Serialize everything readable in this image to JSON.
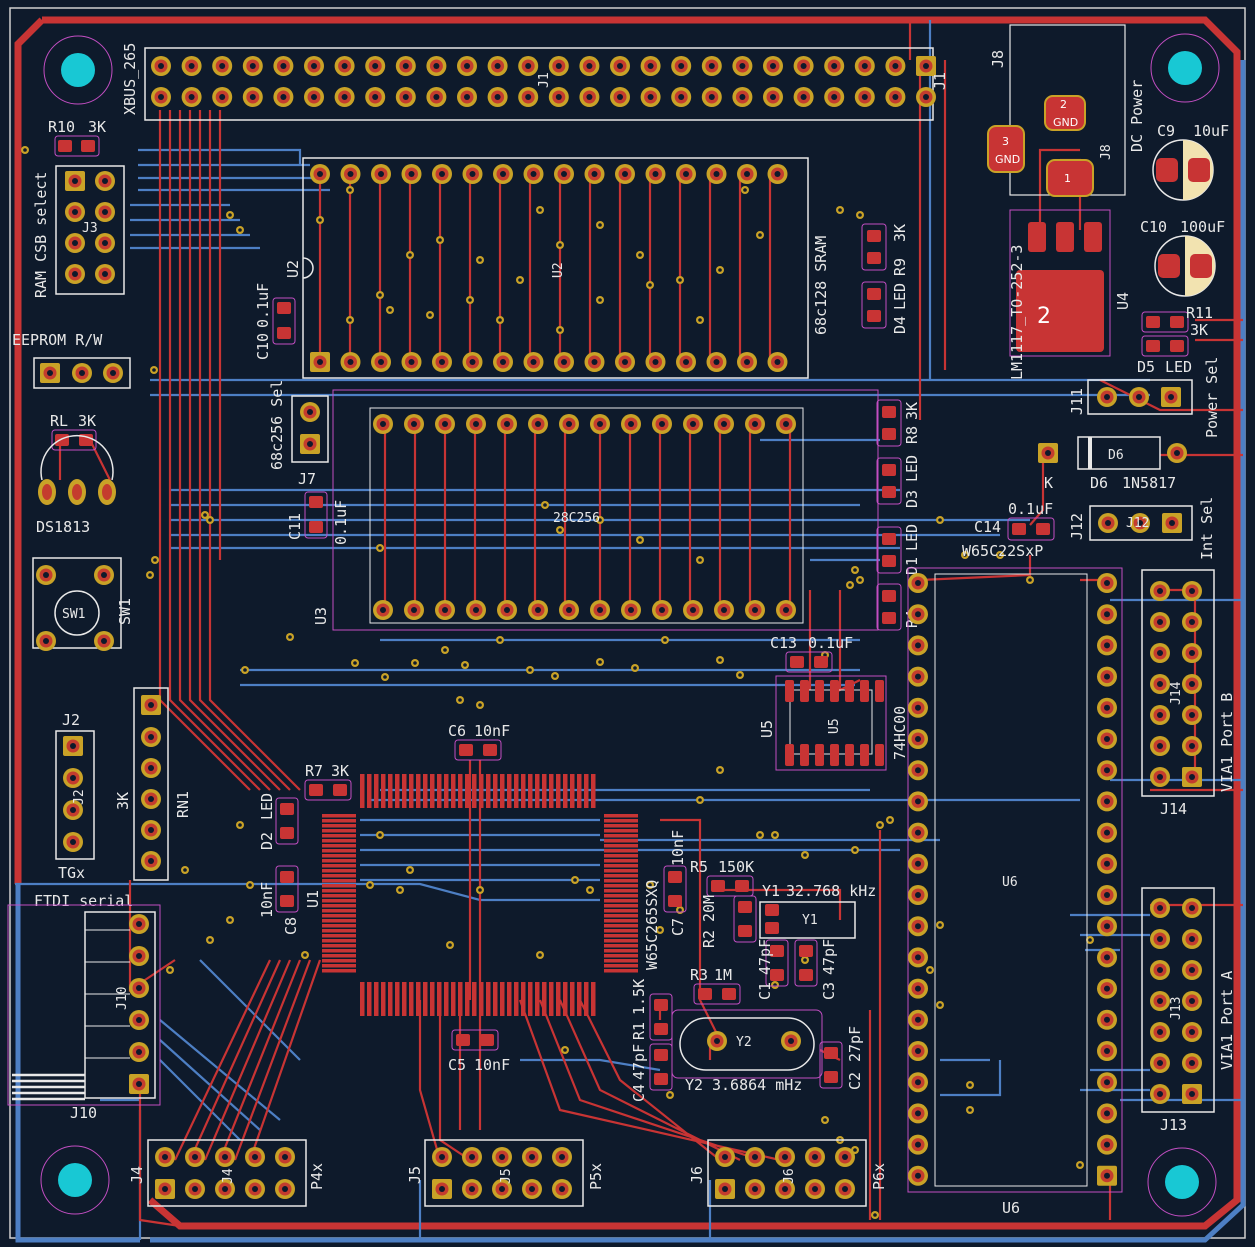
{
  "board": {
    "colors": {
      "background": "#0e1a2b",
      "copper_front": "#c83434",
      "copper_back": "#4d7fc4",
      "silkscreen": "#e8e8e8",
      "pad": "#c9a227",
      "mounting_hole": "#18c8d4",
      "courtyard": "#c24ec2",
      "outline": "#d0d0d0"
    }
  },
  "labels": {
    "xbus": "XBUS_265",
    "j1": "J1",
    "j1b": "J1",
    "r10": "R10",
    "r10v": "3K",
    "ram_csb": "RAM CSB select",
    "j3": "J3",
    "eeprom": "EEPROM R/W",
    "rl": "RL",
    "rlv": "3K",
    "ds1813": "DS1813",
    "sw1a": "SW1",
    "sw1b": "SW1",
    "j2": "J2",
    "j2b": "J2",
    "tgx": "TGx",
    "rn1": "RN1",
    "rn1v": "3K",
    "ftdi": "FTDI serial",
    "j10": "J10",
    "j10b": "J10",
    "u2a": "U2",
    "u2b": "U2",
    "sram": "68c128 SRAM",
    "c10a": "C10",
    "c10v": "0.1uF",
    "sel68": "68c256 Sel",
    "j7": "J7",
    "c11": "C11",
    "c11v": "0.1uF",
    "u3": "U3",
    "eeprom_chip": "28C256",
    "r9": "R9",
    "r9v": "3K",
    "d4": "D4",
    "d4v": "LED",
    "r8": "R8",
    "r8v": "3K",
    "d3": "D3",
    "d3v": "LED",
    "d1": "D1",
    "d1v": "LED",
    "r4": "R4",
    "j8": "J8",
    "j8b": "J8",
    "dcpower": "DC Power",
    "gnd1": "GND",
    "gnd2": "GND",
    "pad1": "1",
    "pad2": "2",
    "pad3": "3",
    "c9": "C9",
    "c9v": "10uF",
    "c10": "C10",
    "c10uv": "100uF",
    "lm1117": "LM1117_TO-252-3",
    "u4": "U4",
    "r11": "R11",
    "r11v": "3K",
    "d5": "D5",
    "d5v": "LED",
    "j11": "J11",
    "powersel": "Power Sel",
    "d6": "D6",
    "d6b": "D6",
    "d6v": "1N5817",
    "k": "K",
    "c14": "C14",
    "c14v": "0.1uF",
    "w65c22": "W65C22SxP",
    "j12": "J12",
    "j12b": "J12",
    "intsel": "Int Sel",
    "c13": "C13",
    "c13v": "0.1uF",
    "u5": "U5",
    "u5b": "U5",
    "hc00": "74HC00",
    "j14": "J14",
    "j14b": "J14",
    "j14c": "J14",
    "viab": "VIA1 Port B",
    "u6": "U6",
    "u6b": "U6",
    "j13": "J13",
    "j13b": "J13",
    "j13c": "J13",
    "viaa": "VIA1 Port A",
    "c6": "C6",
    "c6v": "10nF",
    "r7": "R7",
    "r7v": "3K",
    "d2": "D2",
    "d2v": "LED",
    "u1": "U1",
    "c8": "C8",
    "c8v": "10nF",
    "w65c265": "W65C265SXQ",
    "c7": "C7",
    "c7v": "10nF",
    "r5": "R5",
    "r5v": "150K",
    "y1": "Y1",
    "y1b": "Y1",
    "y1v": "32.768 kHz",
    "r2": "R2",
    "r2v": "20M",
    "c1": "C1",
    "c1v": "47pF",
    "c3": "C3",
    "c3v": "47pF",
    "r3": "R3",
    "r3v": "1M",
    "r1": "R1",
    "r1v": "1.5K",
    "c4": "C4",
    "c4v": "47pF",
    "y2": "Y2",
    "y2b": "Y2",
    "y2v": "3.6864 mHz",
    "c2": "C2",
    "c2v": "27pF",
    "c5": "C5",
    "c5v": "10nF",
    "j4": "J4",
    "j4b": "J4",
    "p4x": "P4x",
    "j5": "J5",
    "j5b": "J5",
    "p5x": "P5x",
    "j6": "J6",
    "j6b": "J6",
    "p6x": "P6x"
  }
}
